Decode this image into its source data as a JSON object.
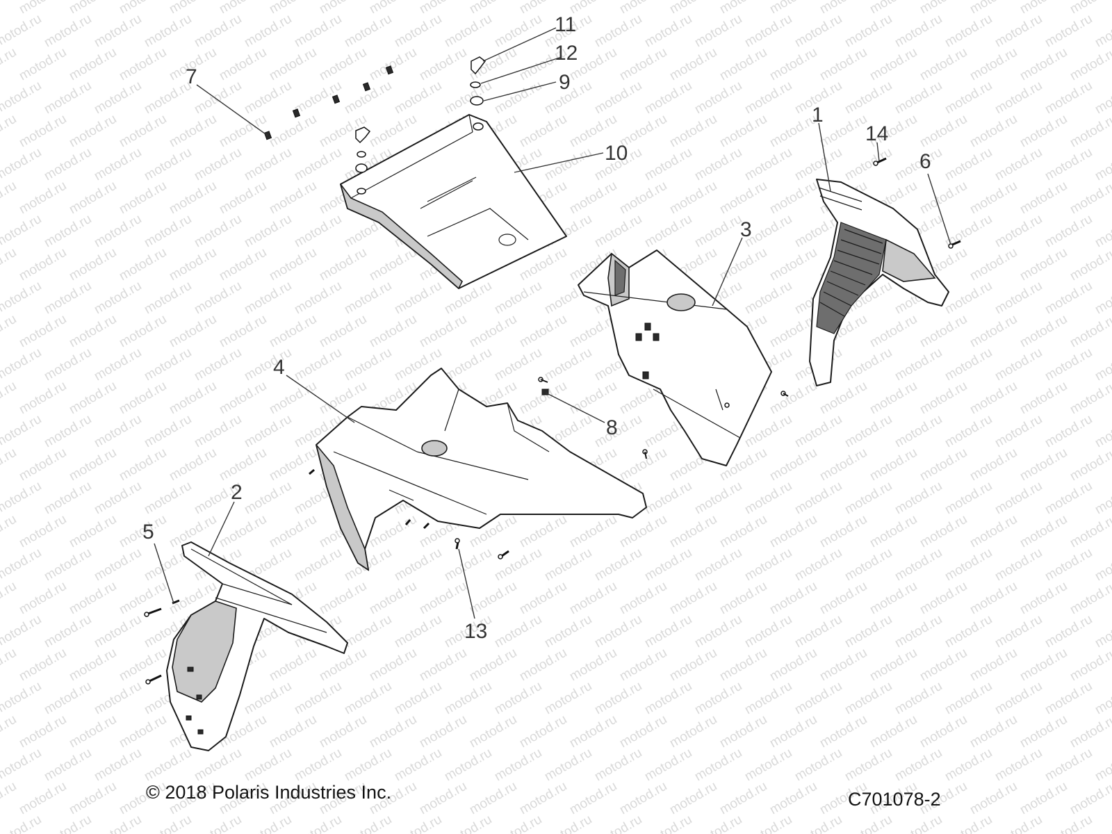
{
  "watermark": {
    "text": "motod.ru"
  },
  "callouts": [
    {
      "id": "c1",
      "label": "1"
    },
    {
      "id": "c2",
      "label": "2"
    },
    {
      "id": "c3",
      "label": "3"
    },
    {
      "id": "c4",
      "label": "4"
    },
    {
      "id": "c5",
      "label": "5"
    },
    {
      "id": "c6",
      "label": "6"
    },
    {
      "id": "c7",
      "label": "7"
    },
    {
      "id": "c8",
      "label": "8"
    },
    {
      "id": "c9",
      "label": "9"
    },
    {
      "id": "c10",
      "label": "10"
    },
    {
      "id": "c11",
      "label": "11"
    },
    {
      "id": "c12",
      "label": "12"
    },
    {
      "id": "c13",
      "label": "13"
    },
    {
      "id": "c14",
      "label": "14"
    }
  ],
  "footer": {
    "copyright": "© 2018 Polaris Industries Inc.",
    "figure_code": "C701078-2"
  }
}
